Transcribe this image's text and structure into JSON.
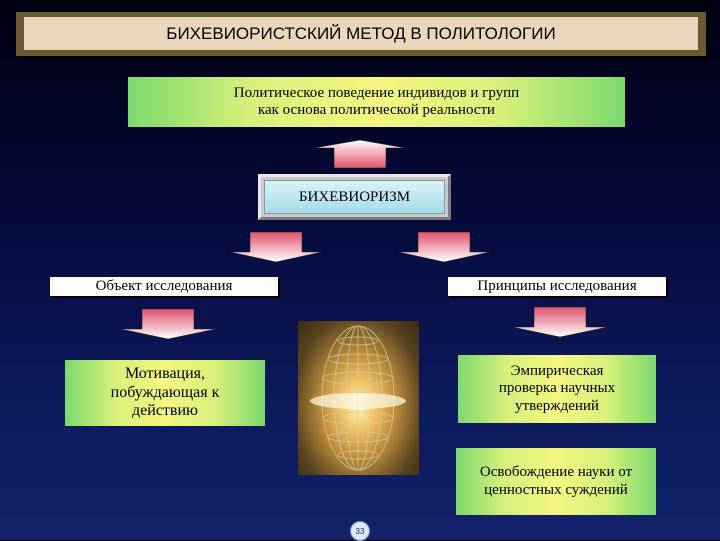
{
  "title": "БИХЕВИОРИСТСКИЙ МЕТОД В ПОЛИТОЛОГИИ",
  "top_box": {
    "line1": "Политическое поведение индивидов и групп",
    "line2": "как основа политической реальности"
  },
  "center_box": "БИХЕВИОРИЗМ",
  "left_label": "Объект исследования",
  "right_label": "Принципы исследования",
  "motivation": {
    "line1": "Мотивация,",
    "line2": "побуждающая к",
    "line3": "действию"
  },
  "empirical": {
    "line1": "Эмпирическая",
    "line2": "проверка научных",
    "line3": "утверждений"
  },
  "freedom": {
    "line1": "Освобождение науки от",
    "line2": "ценностных суждений"
  },
  "page_number": "33",
  "colors": {
    "box_gradient_edge": "#7cd96e",
    "box_gradient_center": "#f3f680",
    "arrow_light": "#ffffff",
    "arrow_dark": "#e0506a",
    "title_frame": "#6b5a2e",
    "title_fill": "#ead7bb"
  }
}
